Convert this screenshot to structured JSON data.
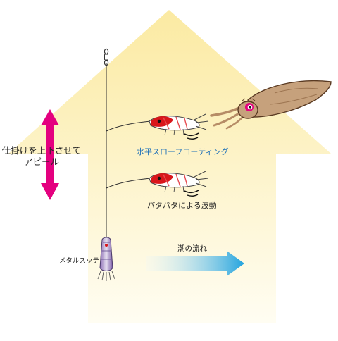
{
  "labels": {
    "jig_action": [
      "仕掛けを上下させて",
      "アピール"
    ],
    "horizontal_float": "水平スローフローティング",
    "flapping_wave": "パタパタによる波動",
    "tide_flow": "潮の流れ",
    "metal_sutte": "メタルスッテ"
  },
  "colors": {
    "arrow_fill_top": "#fbeaa2",
    "arrow_fill_bottom": "#fffdf2",
    "vertical_arrow": "#e4007f",
    "tide_arrow_start": "#e8f6fc",
    "tide_arrow_end": "#22a3de",
    "float_text": "#1b6fb8",
    "squid_body": "#c6a17c",
    "shrimp_red": "#d9161b"
  },
  "icons": {
    "vertical_arrow": "double-headed-arrow-icon",
    "tide_arrow": "right-arrow-icon",
    "squid": "squid-icon",
    "egi_top": "shrimp-lure-icon",
    "egi_bottom": "shrimp-lure-icon",
    "sinker": "metal-sutte-icon",
    "swivel": "swivel-icon"
  }
}
